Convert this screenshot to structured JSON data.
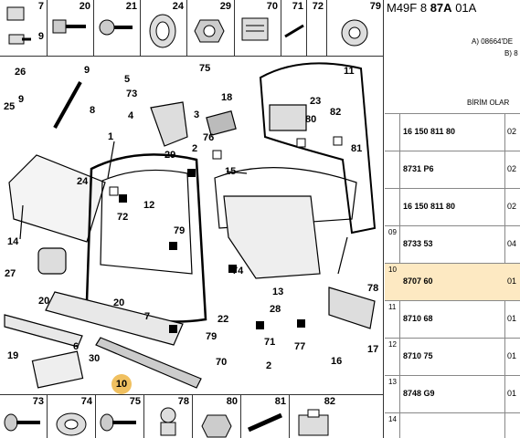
{
  "header": {
    "ref_prefix": "M49F 8",
    "ref_bold": "87A",
    "ref_suffix": "01A"
  },
  "notes": {
    "a": "A) 08664'DE",
    "b": "B) 8",
    "col": "BİRİM OLAR"
  },
  "top_strip": [
    "7",
    "9",
    "20",
    "21",
    "24",
    "29",
    "70",
    "71",
    "72",
    "79"
  ],
  "bottom_strip": [
    "73",
    "74",
    "75",
    "78",
    "80",
    "81",
    "82"
  ],
  "callouts": [
    "26",
    "9",
    "5",
    "75",
    "73",
    "4",
    "3",
    "11",
    "25",
    "9",
    "8",
    "18",
    "23",
    "80",
    "82",
    "81",
    "76",
    "1",
    "29",
    "2",
    "24",
    "12",
    "15",
    "72",
    "79",
    "14",
    "28",
    "27",
    "74",
    "13",
    "20",
    "20",
    "6",
    "7",
    "22",
    "77",
    "78",
    "79",
    "71",
    "70",
    "2",
    "19",
    "30",
    "10",
    "16",
    "17"
  ],
  "parts": [
    {
      "idx": "",
      "pn": "16 150 811 80",
      "q": "02"
    },
    {
      "idx": "",
      "pn": "8731 P6",
      "q": "02"
    },
    {
      "idx": "",
      "pn": "16 150 811 80",
      "q": "02"
    },
    {
      "idx": "09",
      "pn": "8733 53",
      "q": "04"
    },
    {
      "idx": "10",
      "pn": "8707 60",
      "q": "01"
    },
    {
      "idx": "11",
      "pn": "8710 68",
      "q": "01"
    },
    {
      "idx": "12",
      "pn": "8710 75",
      "q": "01"
    },
    {
      "idx": "13",
      "pn": "8748 G9",
      "q": "01"
    },
    {
      "idx": "14",
      "pn": "",
      "q": ""
    }
  ]
}
